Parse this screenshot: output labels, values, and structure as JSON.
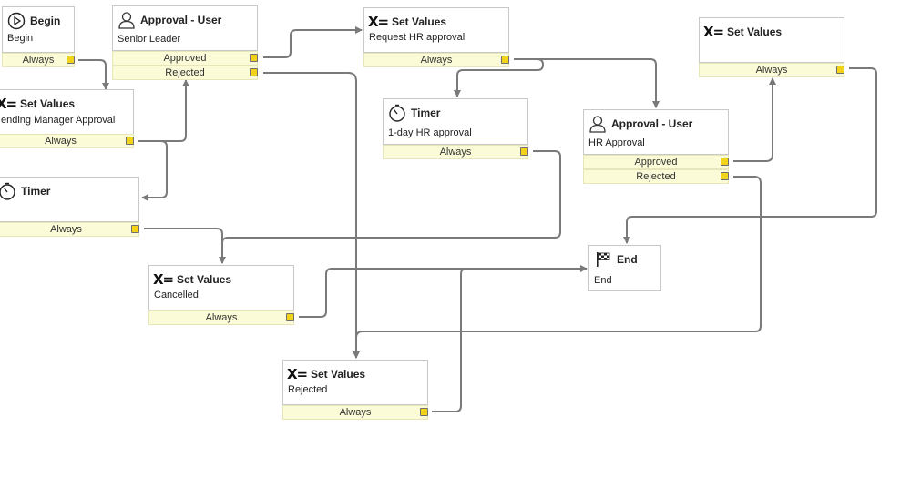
{
  "nodes": {
    "begin": {
      "title": "Begin",
      "subtitle": "Begin",
      "icon": "play-icon",
      "port": "Always"
    },
    "approval1": {
      "title": "Approval - User",
      "subtitle": "Senior Leader",
      "icon": "user-icon",
      "ports": {
        "approved": "Approved",
        "rejected": "Rejected"
      }
    },
    "setval_req_hr": {
      "title": "Set Values",
      "subtitle": "Request HR approval",
      "icon": "assign-icon",
      "port": "Always"
    },
    "setval_top_right": {
      "title": "Set Values",
      "subtitle": "",
      "icon": "assign-icon",
      "port": "Always"
    },
    "setval_pending": {
      "title": "Set Values",
      "subtitle": "ending Manager Approval",
      "icon": "assign-icon",
      "port": "Always"
    },
    "timer_hr": {
      "title": "Timer",
      "subtitle": "1-day HR approval",
      "icon": "timer-icon",
      "port": "Always"
    },
    "approval_hr": {
      "title": "Approval - User",
      "subtitle": "HR Approval",
      "icon": "user-icon",
      "ports": {
        "approved": "Approved",
        "rejected": "Rejected"
      }
    },
    "timer_left": {
      "title": "Timer",
      "subtitle": "",
      "icon": "timer-icon",
      "port": "Always"
    },
    "end": {
      "title": "End",
      "subtitle": "End",
      "icon": "checkered-flag-icon"
    },
    "setval_cancelled": {
      "title": "Set Values",
      "subtitle": "Cancelled",
      "icon": "assign-icon",
      "port": "Always"
    },
    "setval_rejected": {
      "title": "Set Values",
      "subtitle": "Rejected",
      "icon": "assign-icon",
      "port": "Always"
    }
  },
  "colors": {
    "wire": "#7a7a7a",
    "port_bg": "#fbfbd7",
    "handle": "#f3d31a",
    "border": "#c8c8c8"
  }
}
